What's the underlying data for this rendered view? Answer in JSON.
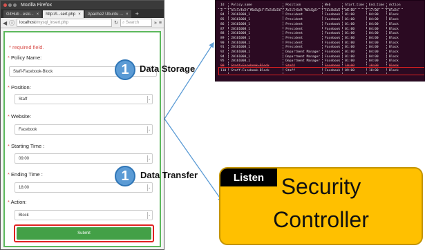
{
  "browser": {
    "window_title": "Mozilla Firefox",
    "tabs": [
      {
        "label": "GitHub - eski...",
        "active": false
      },
      {
        "label": "http://l...sert.php",
        "active": true
      },
      {
        "label": "Apache2 Ubuntu ...",
        "active": false
      }
    ],
    "url_host": "localhost",
    "url_path": "/mysql_insert.php",
    "search_placeholder": "Search"
  },
  "form": {
    "required_note": "* required field.",
    "fields": [
      {
        "label": "Policy Name:",
        "value": "Staff-Facebook-Block"
      },
      {
        "label": "Position:",
        "value": "Staff"
      },
      {
        "label": "Website:",
        "value": "Facebook"
      },
      {
        "label": "Starting Time :",
        "value": "09:00"
      },
      {
        "label": "Ending Time :",
        "value": "18:00"
      },
      {
        "label": "Action:",
        "value": "Block"
      }
    ],
    "submit_label": "Submit"
  },
  "annotations": {
    "storage_number": "1",
    "storage_label": "Data Storage",
    "transfer_number": "1",
    "transfer_label": "Data Transfer"
  },
  "terminal": {
    "headers": [
      "Id",
      "Policy_name",
      "Position",
      "Web",
      "Start_time",
      "End_time",
      "Action"
    ],
    "rows": [
      [
        "3",
        "Assistant Manager-Facebook",
        "Assistant Manager",
        "Facebook",
        "06:00",
        "17:00",
        "Block"
      ],
      [
        "84",
        "20161008_1",
        "President",
        "Facebook",
        "01:00",
        "04:00",
        "Block"
      ],
      [
        "85",
        "20161008_1",
        "President",
        "Facebook",
        "01:00",
        "04:00",
        "Block"
      ],
      [
        "86",
        "20161008_1",
        "President",
        "Facebook",
        "01:00",
        "04:00",
        "Block"
      ],
      [
        "87",
        "20161008_1",
        "President",
        "Facebook",
        "01:00",
        "04:00",
        "Block"
      ],
      [
        "88",
        "20161008_1",
        "President",
        "Facebook",
        "01:00",
        "04:00",
        "Block"
      ],
      [
        "89",
        "20161008_1",
        "President",
        "Facebook",
        "01:00",
        "04:00",
        "Block"
      ],
      [
        "90",
        "20161008_1",
        "President",
        "Facebook",
        "01:00",
        "04:00",
        "Block"
      ],
      [
        "91",
        "20161008_1",
        "President",
        "Facebook",
        "01:00",
        "04:00",
        "Block"
      ],
      [
        "92",
        "20161008_1",
        "Department Manager",
        "Facebook",
        "01:00",
        "04:00",
        "Block"
      ],
      [
        "94",
        "20161008_1",
        "Department Manager",
        "Facebook",
        "01:00",
        "04:00",
        "Block"
      ],
      [
        "95",
        "20161008_1",
        "Department Manager",
        "Facebook",
        "01:00",
        "04:00",
        "Block"
      ],
      [
        "99",
        "Staff-Facebook-Block",
        "Staff",
        "Facebook",
        "10:00",
        "18:00",
        "Block"
      ],
      [
        "110",
        "Staff-Facebook-Block",
        "Staff",
        "Facebook",
        "09:00",
        "18:00",
        "Block"
      ]
    ],
    "struck_row_index": 12
  },
  "controller": {
    "tag": "Listen",
    "line1": "Security",
    "line2": "Controller"
  },
  "colors": {
    "form_border": "#5cb85c",
    "submit": "#43a047",
    "highlight_red": "#e02020",
    "badge": "#5b9bd5",
    "arrow": "#5b9bd5",
    "terminal_bg": "#2b0a22",
    "controller_bg": "#ffc000"
  }
}
